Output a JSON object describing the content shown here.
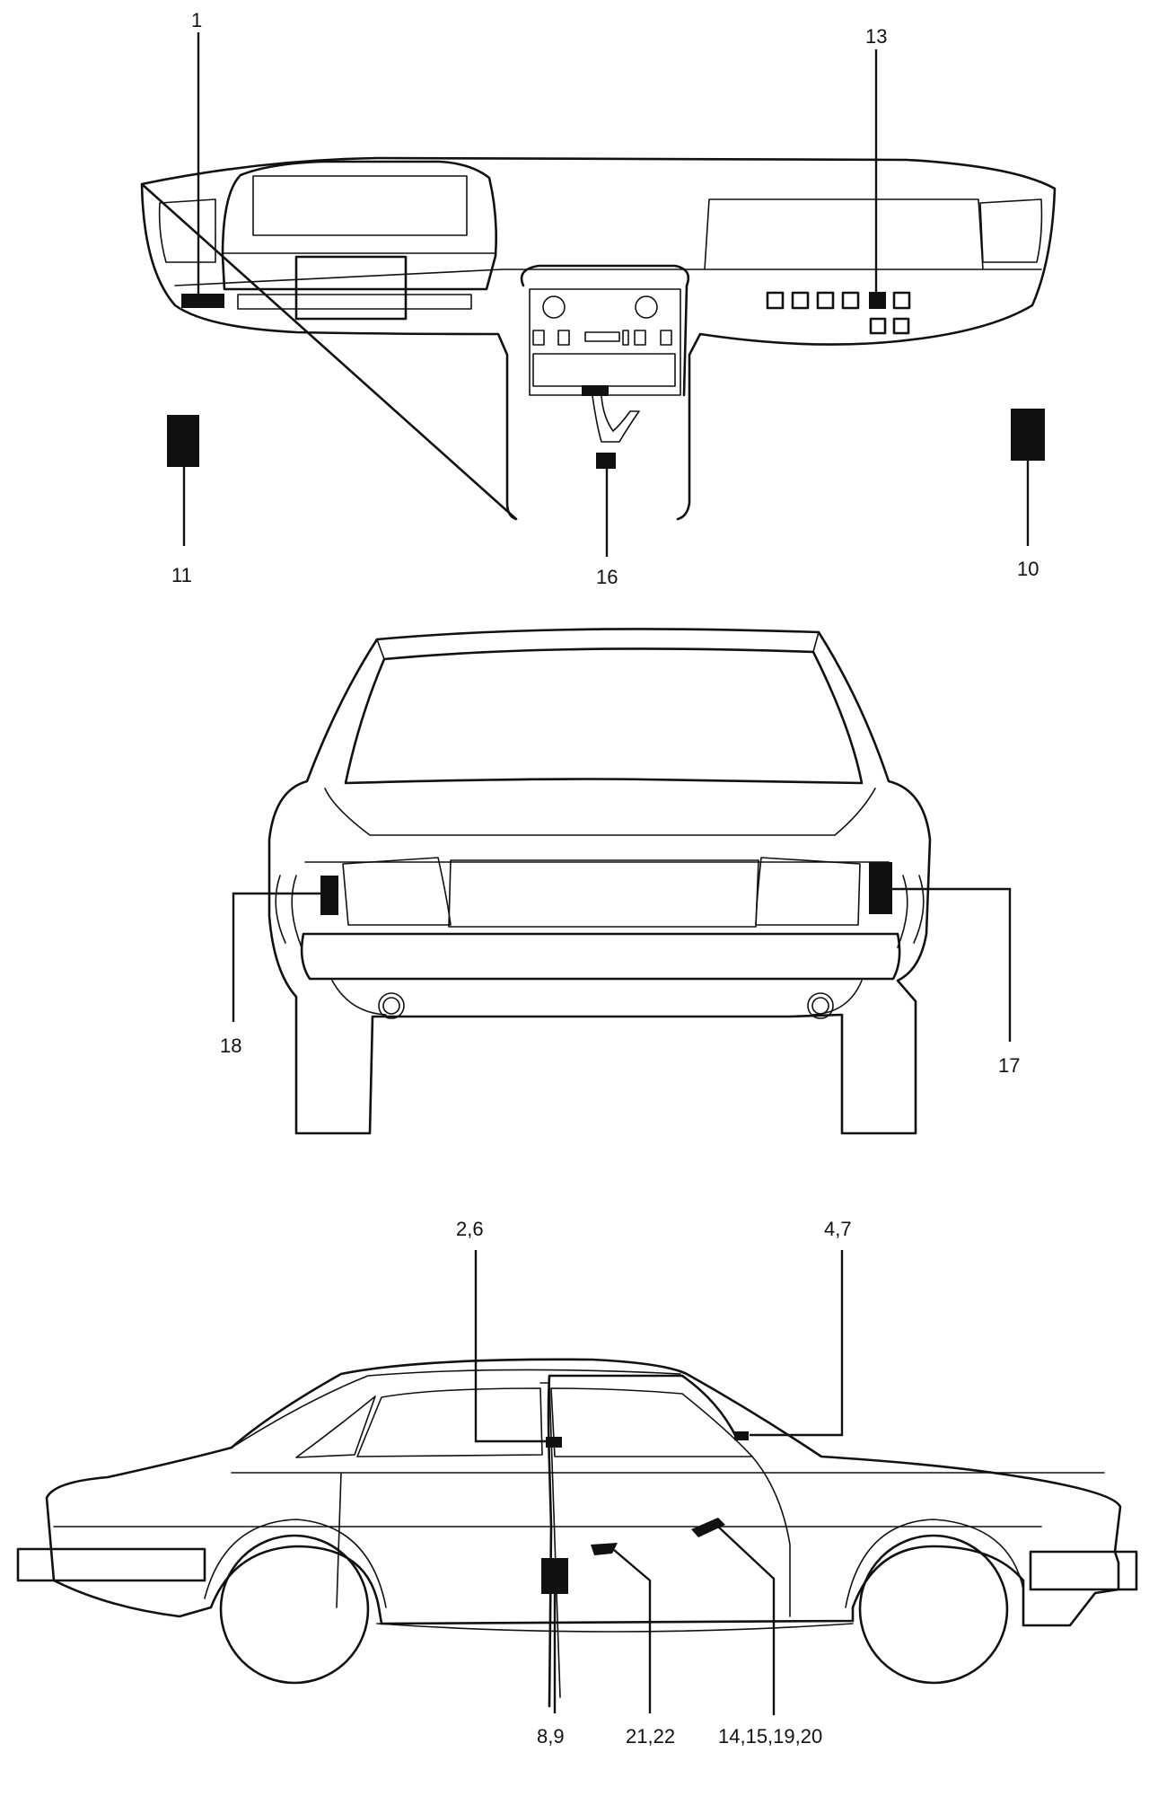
{
  "callouts": {
    "c1": "1",
    "c13": "13",
    "c11": "11",
    "c16": "16",
    "c10": "10",
    "c18": "18",
    "c17": "17",
    "c2_6": "2,6",
    "c4_7": "4,7",
    "c8_9": "8,9",
    "c21_22": "21,22",
    "c14_15_19_20": "14,15,19,20"
  }
}
